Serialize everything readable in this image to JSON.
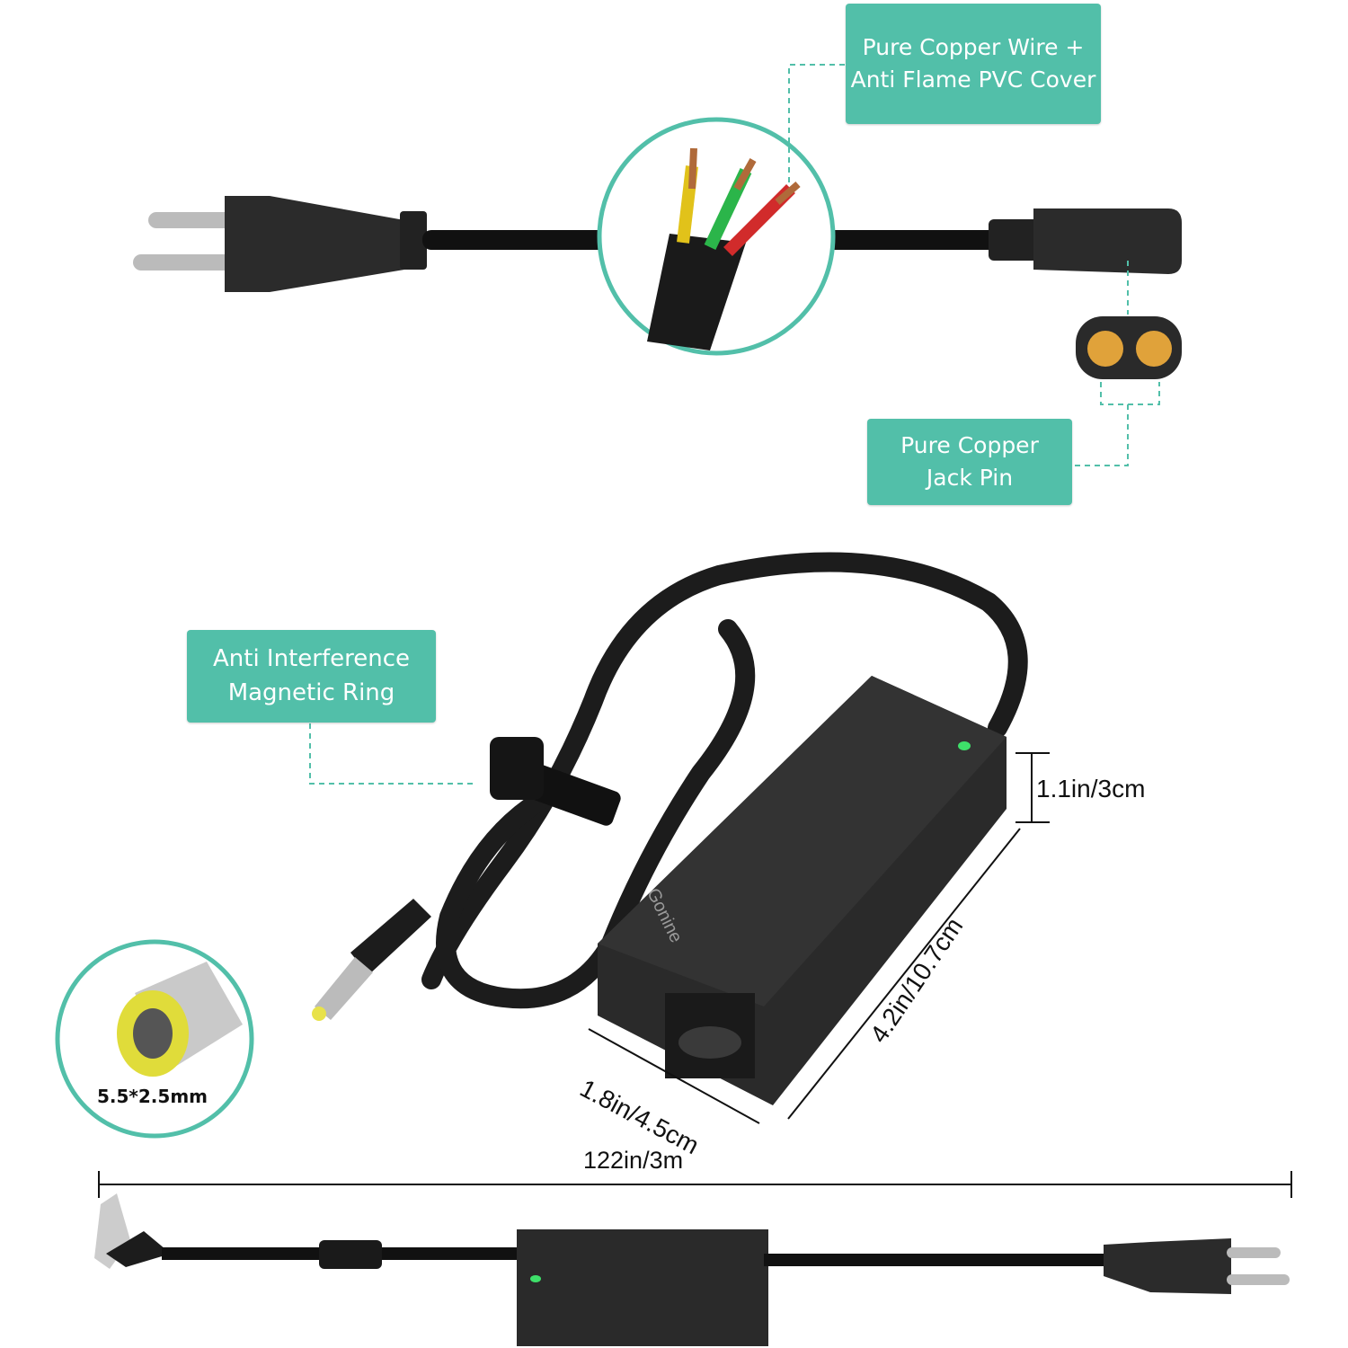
{
  "colors": {
    "accent": "#52bfa9",
    "adapter": "#2a2a2a",
    "led": "#3ee06a",
    "tip": "#e8e24a"
  },
  "callouts": {
    "wire": "Pure Copper Wire +\nAnti Flame PVC Cover",
    "jack": "Pure Copper\nJack Pin",
    "ring": "Anti Interference\nMagnetic Ring"
  },
  "dimensions": {
    "height": "1.1in/3cm",
    "length": "4.2in/10.7cm",
    "width": "1.8in/4.5cm",
    "cable": "122in/3m",
    "tip": "5.5*2.5mm"
  },
  "brand": "Gonine"
}
